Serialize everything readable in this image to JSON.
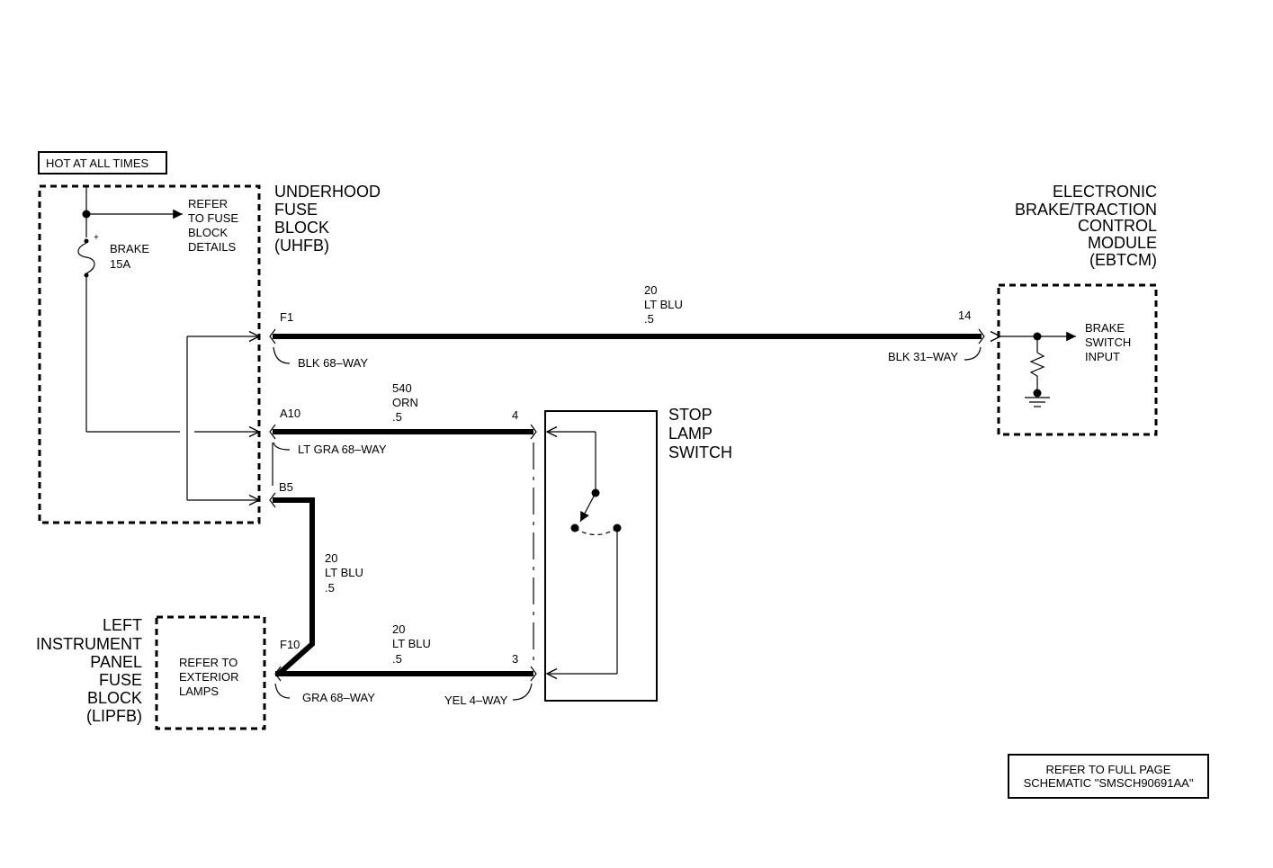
{
  "labels": {
    "hot": "HOT AT ALL TIMES",
    "uhfb": [
      "UNDERHOOD",
      "FUSE",
      "BLOCK",
      "(UHFB)"
    ],
    "refer_fuse": [
      "REFER",
      "TO FUSE",
      "BLOCK",
      "DETAILS"
    ],
    "fuse_plus": "+",
    "fuse_name": "BRAKE",
    "fuse_rating": "15A",
    "ebtcm": [
      "ELECTRONIC",
      "BRAKE/TRACTION",
      "CONTROL",
      "MODULE",
      "(EBTCM)"
    ],
    "brake_input": [
      "BRAKE",
      "SWITCH",
      "INPUT"
    ],
    "stop_switch": [
      "STOP",
      "LAMP",
      "SWITCH"
    ],
    "lipfb": [
      "LEFT",
      "INSTRUMENT",
      "PANEL",
      "FUSE",
      "BLOCK",
      "(LIPFB)"
    ],
    "refer_ext": [
      "REFER TO",
      "EXTERIOR",
      "LAMPS"
    ],
    "full_page": [
      "REFER TO FULL PAGE",
      "SCHEMATIC \"SMSCH90691AA\""
    ]
  },
  "pins": {
    "f1": "F1",
    "p14": "14",
    "a10": "A10",
    "p4": "4",
    "b5": "B5",
    "f10": "F10",
    "p3": "3"
  },
  "connectors": {
    "blk68": "BLK 68–WAY",
    "blk31": "BLK 31–WAY",
    "ltgra68": "LT GRA 68–WAY",
    "gra68": "GRA 68–WAY",
    "yel4": "YEL 4–WAY"
  },
  "wires": {
    "top": [
      "20",
      "LT BLU",
      ".5"
    ],
    "mid": [
      "540",
      "ORN",
      ".5"
    ],
    "vert": [
      "20",
      "LT BLU",
      ".5"
    ],
    "bottom": [
      "20",
      "LT BLU",
      ".5"
    ]
  }
}
